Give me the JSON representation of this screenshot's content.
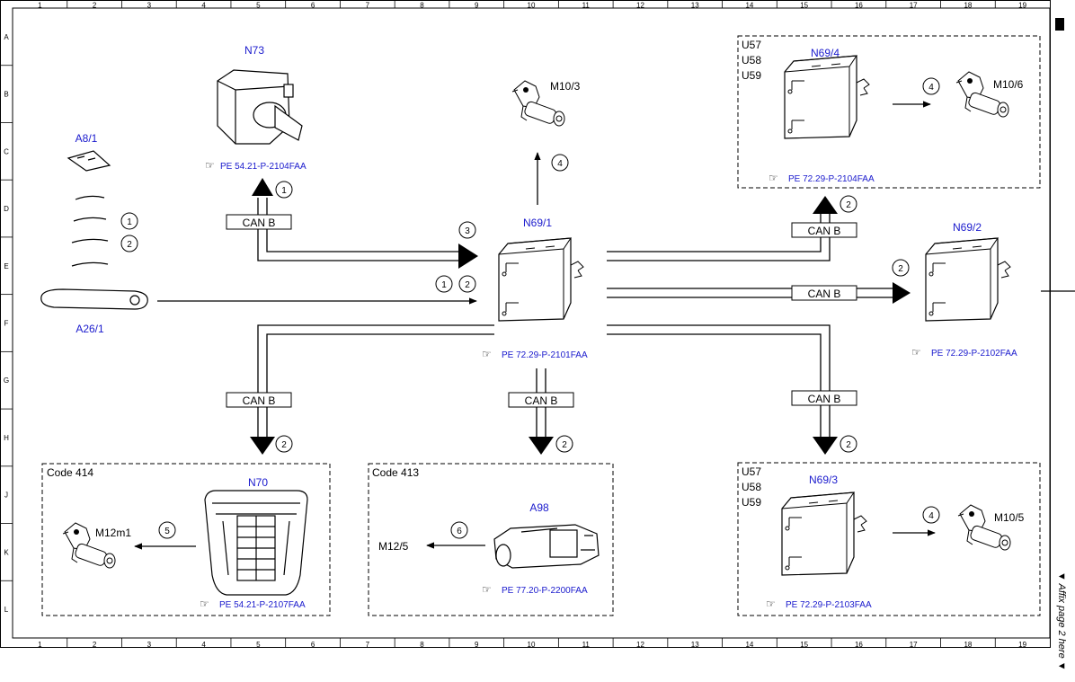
{
  "grid": {
    "cols": [
      "1",
      "2",
      "3",
      "4",
      "5",
      "6",
      "7",
      "8",
      "9",
      "10",
      "11",
      "12",
      "13",
      "14",
      "15",
      "16",
      "17",
      "18",
      "19"
    ],
    "rows": [
      "A",
      "B",
      "C",
      "D",
      "E",
      "F",
      "G",
      "H",
      "J",
      "K",
      "L"
    ]
  },
  "components": {
    "n73": "N73",
    "a8_1": "A8/1",
    "a26_1": "A26/1",
    "m10_3": "M10/3",
    "n69_1": "N69/1",
    "n69_4": "N69/4",
    "m10_6": "M10/6",
    "n69_2": "N69/2",
    "n70": "N70",
    "m12m1": "M12m1",
    "a98": "A98",
    "m12_5": "M12/5",
    "n69_3": "N69/3",
    "m10_5": "M10/5"
  },
  "refs": {
    "n73": "PE 54.21-P-2104FAA",
    "n69_4": "PE 72.29-P-2104FAA",
    "n69_1": "PE 72.29-P-2101FAA",
    "n69_2": "PE 72.29-P-2102FAA",
    "n70": "PE 54.21-P-2107FAA",
    "a98": "PE 77.20-P-2200FAA",
    "n69_3": "PE 72.29-P-2103FAA"
  },
  "bus_label": "CAN B",
  "codes": {
    "left": "Code 414",
    "middle": "Code 413"
  },
  "variants": [
    "U57",
    "U58",
    "U59"
  ],
  "steps": {
    "s1": "1",
    "s2": "2",
    "s3": "3",
    "s4": "4",
    "s5": "5",
    "s6": "6"
  },
  "side_note": "▼ Affix page 2 here ▼",
  "colors": {
    "blue_label": "#1a1acd",
    "line": "#000000"
  }
}
